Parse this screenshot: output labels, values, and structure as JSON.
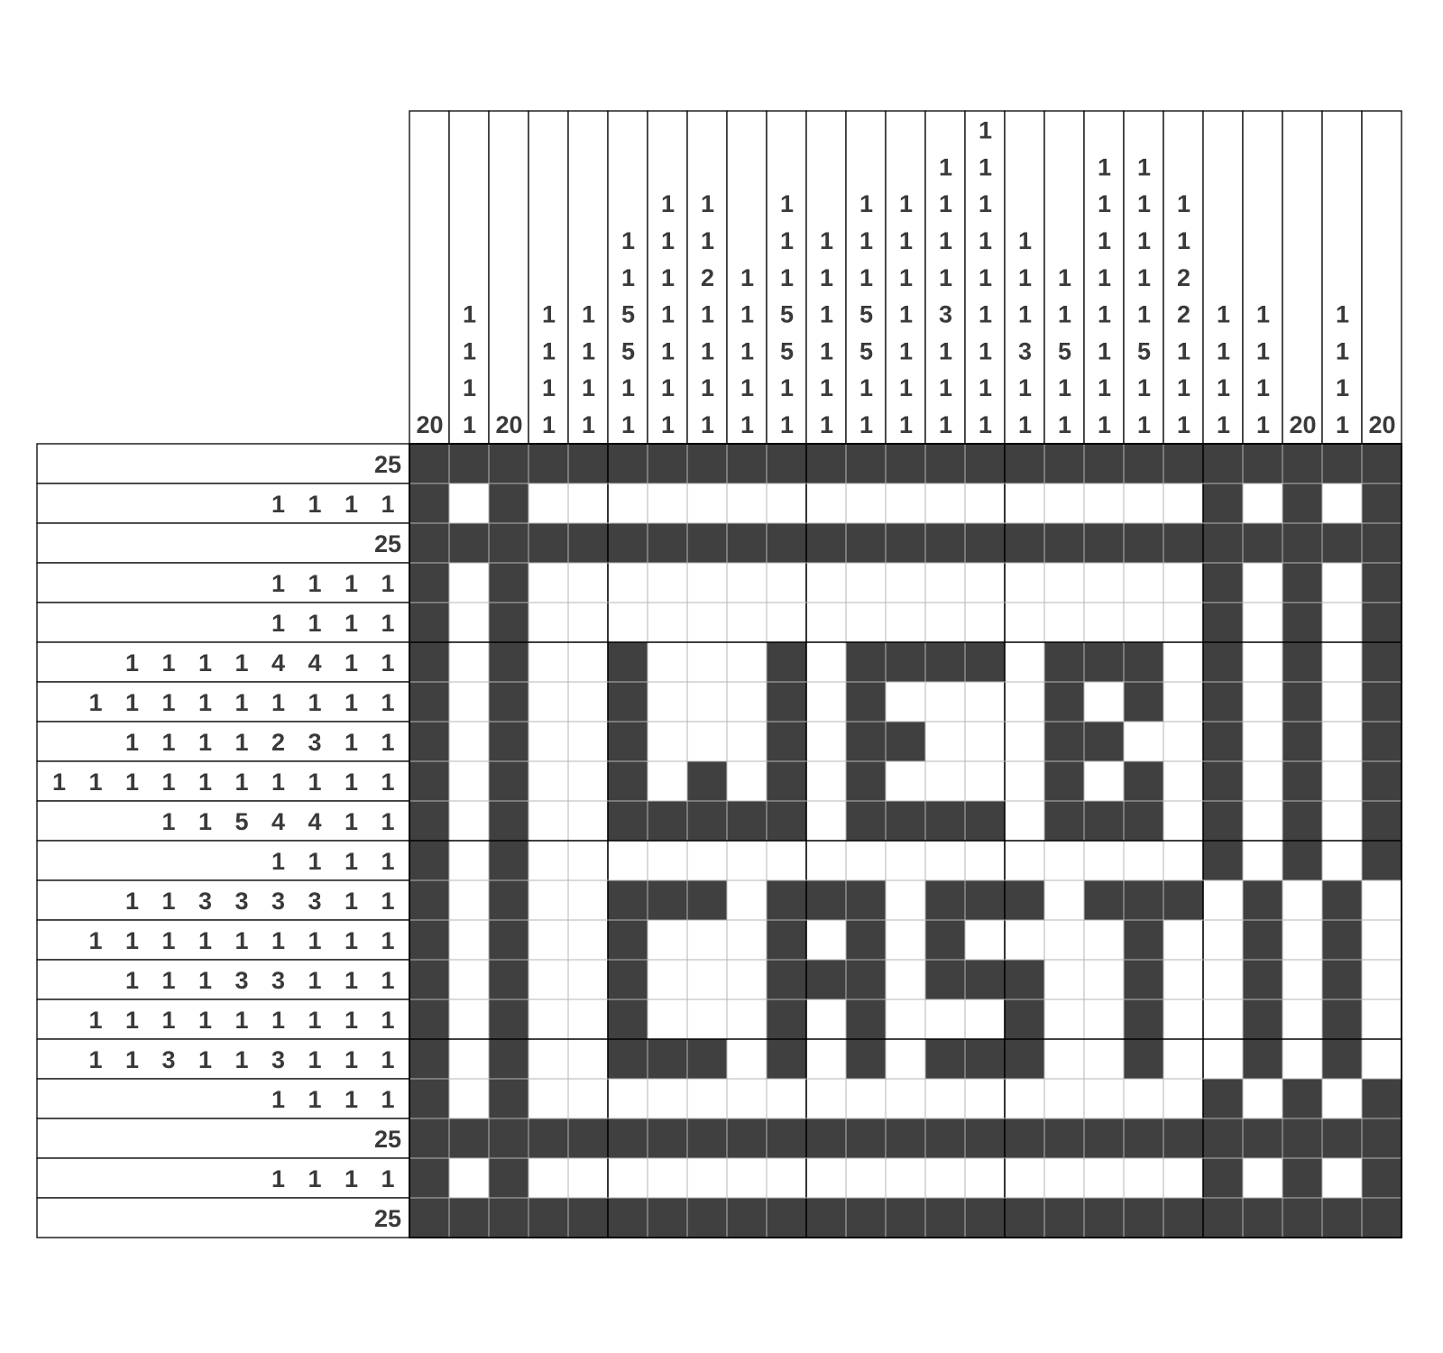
{
  "puzzle": {
    "type": "nonogram",
    "rows": 20,
    "cols": 25,
    "colors": {
      "filled": "#404040",
      "empty": "#ffffff",
      "grid_thin": "#b4b4b4",
      "grid_thick": "#000000",
      "clue_text": "#3a3a3a"
    },
    "column_clues": [
      [
        "20"
      ],
      [
        "1",
        "1",
        "1",
        "1"
      ],
      [
        "20"
      ],
      [
        "1",
        "1",
        "1",
        "1"
      ],
      [
        "1",
        "1",
        "1",
        "1"
      ],
      [
        "1",
        "1",
        "5",
        "5",
        "1",
        "1"
      ],
      [
        "1",
        "1",
        "1",
        "1",
        "1",
        "1",
        "1"
      ],
      [
        "1",
        "1",
        "2",
        "1",
        "1",
        "1",
        "1"
      ],
      [
        "1",
        "1",
        "1",
        "1",
        "1"
      ],
      [
        "1",
        "1",
        "1",
        "5",
        "5",
        "1",
        "1"
      ],
      [
        "1",
        "1",
        "1",
        "1",
        "1",
        "1"
      ],
      [
        "1",
        "1",
        "1",
        "5",
        "5",
        "1",
        "1"
      ],
      [
        "1",
        "1",
        "1",
        "1",
        "1",
        "1",
        "1"
      ],
      [
        "1",
        "1",
        "1",
        "1",
        "3",
        "1",
        "1",
        "1"
      ],
      [
        "1",
        "1",
        "1",
        "1",
        "1",
        "1",
        "1",
        "1",
        "1"
      ],
      [
        "1",
        "1",
        "1",
        "3",
        "1",
        "1"
      ],
      [
        "1",
        "1",
        "5",
        "1",
        "1"
      ],
      [
        "1",
        "1",
        "1",
        "1",
        "1",
        "1",
        "1",
        "1"
      ],
      [
        "1",
        "1",
        "1",
        "1",
        "1",
        "5",
        "1",
        "1"
      ],
      [
        "1",
        "1",
        "2",
        "2",
        "1",
        "1",
        "1"
      ],
      [
        "1",
        "1",
        "1",
        "1"
      ],
      [
        "1",
        "1",
        "1",
        "1"
      ],
      [
        "20"
      ],
      [
        "1",
        "1",
        "1",
        "1"
      ],
      [
        "20"
      ]
    ],
    "row_clues": [
      [
        "25"
      ],
      [
        "1",
        "1",
        "1",
        "1"
      ],
      [
        "25"
      ],
      [
        "1",
        "1",
        "1",
        "1"
      ],
      [
        "1",
        "1",
        "1",
        "1"
      ],
      [
        "1",
        "1",
        "1",
        "1",
        "4",
        "4",
        "1",
        "1"
      ],
      [
        "1",
        "1",
        "1",
        "1",
        "1",
        "1",
        "1",
        "1",
        "1"
      ],
      [
        "1",
        "1",
        "1",
        "1",
        "2",
        "3",
        "1",
        "1"
      ],
      [
        "1",
        "1",
        "1",
        "1",
        "1",
        "1",
        "1",
        "1",
        "1",
        "1"
      ],
      [
        "1",
        "1",
        "5",
        "4",
        "4",
        "1",
        "1"
      ],
      [
        "1",
        "1",
        "1",
        "1"
      ],
      [
        "1",
        "1",
        "3",
        "3",
        "3",
        "3",
        "1",
        "1"
      ],
      [
        "1",
        "1",
        "1",
        "1",
        "1",
        "1",
        "1",
        "1",
        "1"
      ],
      [
        "1",
        "1",
        "1",
        "3",
        "3",
        "1",
        "1",
        "1"
      ],
      [
        "1",
        "1",
        "1",
        "1",
        "1",
        "1",
        "1",
        "1",
        "1"
      ],
      [
        "1",
        "1",
        "3",
        "1",
        "1",
        "3",
        "1",
        "1",
        "1"
      ],
      [
        "1",
        "1",
        "1",
        "1"
      ],
      [
        "25"
      ],
      [
        "1",
        "1",
        "1",
        "1"
      ],
      [
        "25"
      ]
    ],
    "solution": [
      "#########################",
      "#.#.................#.#.#",
      "#########################",
      "#.#.................#.#.#",
      "#.#.................#.#.#",
      "#.#..#...#.####.###.#.#.#",
      "#.#..#...#.#....#.#.#.#.#",
      "#.#..#...#.##...##..#.#.#",
      "#.#..#.#.#.#....#.#.#.#.#",
      "#.#..#####.####.###.#.#.#",
      "#.#.................#.#.#",
      "#.#..###.###.###.###.#.#.#",
      "#.#..#...#.#.#....#..#.#.#",
      "#.#..#...###.###..#..#.#.#",
      "#.#..#...#.#...#..#..#.#.#",
      "#.#..###.#.#.###..#..#.#.#",
      "#.#.................#.#.#",
      "#########################",
      "#.#.................#.#.#",
      "#########################"
    ]
  }
}
